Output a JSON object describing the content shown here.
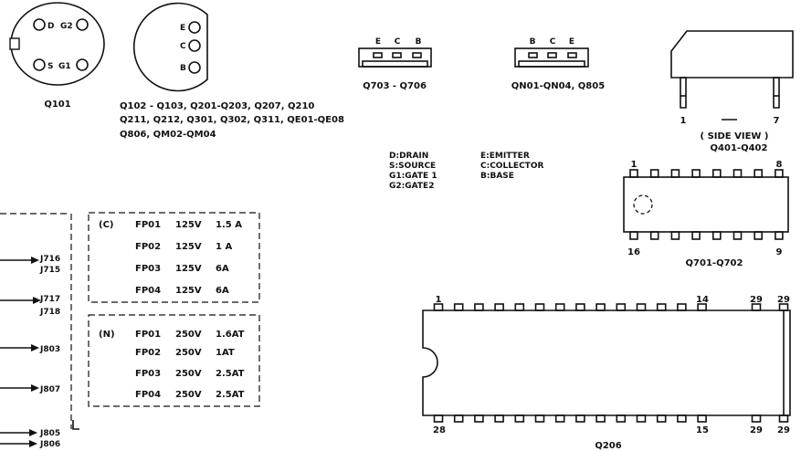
{
  "fet_package": {
    "pins": {
      "drain": "D",
      "gate2": "G2",
      "source": "S",
      "gate1": "G1"
    },
    "label": "Q101"
  },
  "bjt_round_package": {
    "pins": {
      "emitter": "E",
      "collector": "C",
      "base": "B"
    },
    "lines": [
      "Q102 - Q103, Q201-Q203, Q207, Q210",
      "Q211, Q212, Q301, Q302, Q311, QE01-QE08",
      "Q806, QM02-QM04"
    ]
  },
  "flat_package_1": {
    "pins": [
      "E",
      "C",
      "B"
    ],
    "label": "Q703 - Q706"
  },
  "flat_package_2": {
    "pins": [
      "B",
      "C",
      "E"
    ],
    "label": "QN01-QN04, Q805"
  },
  "side_view": {
    "pin_left": "1",
    "pin_right": "7",
    "caption": "( SIDE VIEW )",
    "label": "Q401-Q402"
  },
  "legend": {
    "fet": [
      "D:DRAIN",
      "S:SOURCE",
      "G1:GATE 1",
      "G2:GATE2"
    ],
    "bjt": [
      "E:EMITTER",
      "C:COLLECTOR",
      "B:BASE"
    ]
  },
  "ic16": {
    "pin_tl": "1",
    "pin_tr": "8",
    "pin_bl": "16",
    "pin_br": "9",
    "label": "Q701-Q702"
  },
  "ic28": {
    "pin_tl": "1",
    "pin_t14": "14",
    "pin_t29a": "29",
    "pin_t29b": "29",
    "pin_bl": "28",
    "pin_b15": "15",
    "pin_b29a": "29",
    "pin_b29b": "29",
    "label": "Q206"
  },
  "connectors": [
    "J716",
    "J715",
    "J717",
    "J718",
    "J803",
    "J807",
    "J805",
    "J806"
  ],
  "fuse_c": {
    "tag": "(C)",
    "rows": [
      {
        "name": "FP01",
        "voltage": "125V",
        "current": "1.5  A"
      },
      {
        "name": "FP02",
        "voltage": "125V",
        "current": "1 A"
      },
      {
        "name": "FP03",
        "voltage": "125V",
        "current": "6A"
      },
      {
        "name": "FP04",
        "voltage": "125V",
        "current": "6A"
      }
    ]
  },
  "fuse_n": {
    "tag": "(N)",
    "rows": [
      {
        "name": "FP01",
        "voltage": "250V",
        "current": "1.6AT"
      },
      {
        "name": "FP02",
        "voltage": "250V",
        "current": "1AT"
      },
      {
        "name": "FP03",
        "voltage": "250V",
        "current": "2.5AT"
      },
      {
        "name": "FP04",
        "voltage": "250V",
        "current": "2.5AT"
      }
    ]
  }
}
